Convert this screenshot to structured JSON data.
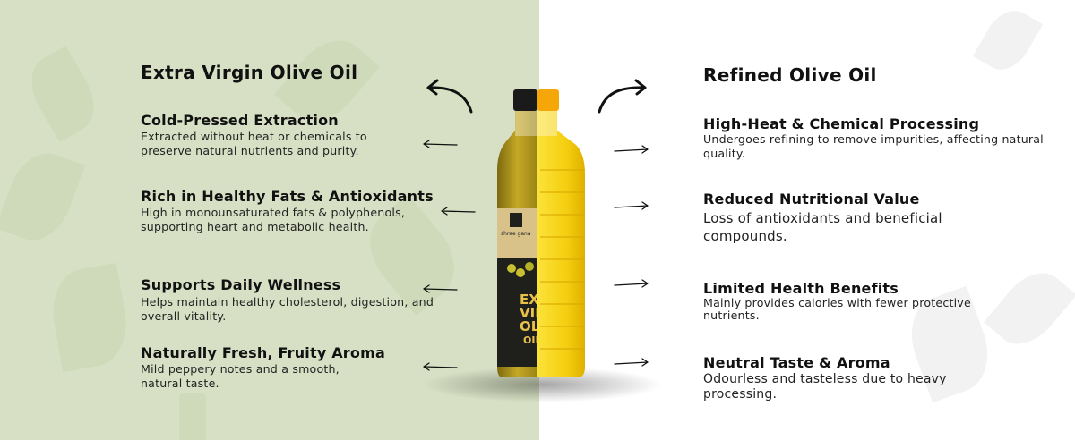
{
  "left": {
    "title": "Extra Virgin Olive Oil",
    "items": [
      {
        "heading": "Cold-Pressed Extraction",
        "body_line1": "Extracted without heat or chemicals to",
        "body_line2": "preserve natural nutrients and purity."
      },
      {
        "heading": "Rich in Healthy Fats & Antioxidants",
        "body_line1": "High in monounsaturated fats & polyphenols,",
        "body_line2": "supporting heart and metabolic health."
      },
      {
        "heading": "Supports Daily Wellness",
        "body_line1": "Helps maintain healthy cholesterol, digestion, and",
        "body_line2": "overall vitality."
      },
      {
        "heading": "Naturally Fresh, Fruity Aroma",
        "body_line1": "Mild peppery notes and a smooth,",
        "body_line2": "natural taste."
      }
    ]
  },
  "right": {
    "title": "Refined Olive Oil",
    "items": [
      {
        "heading": "High-Heat & Chemical Processing",
        "body_line1": "Undergoes refining to remove impurities, affecting natural",
        "body_line2": "quality."
      },
      {
        "heading": "Reduced Nutritional Value",
        "body_line1": "Loss of antioxidants and beneficial",
        "body_line2": "compounds."
      },
      {
        "heading": "Limited Health Benefits",
        "body_line1": "Mainly provides calories with fewer protective",
        "body_line2": "nutrients."
      },
      {
        "heading": "Neutral Taste & Aroma",
        "body_line1": "Odourless and tasteless due to heavy",
        "body_line2": "processing."
      }
    ]
  },
  "bottle_label": {
    "brand": "shree gana",
    "line1": "EXTR",
    "line2": "VIRG",
    "line3": "OLIV",
    "line4": "OIL"
  },
  "colors": {
    "left_bg": "#d7e0c4",
    "right_bg": "#ffffff",
    "evoo_oil": "#b89a1a",
    "refined_oil": "#f7d51a",
    "cap_left": "#1a1a1a",
    "cap_right": "#f5a70a"
  }
}
